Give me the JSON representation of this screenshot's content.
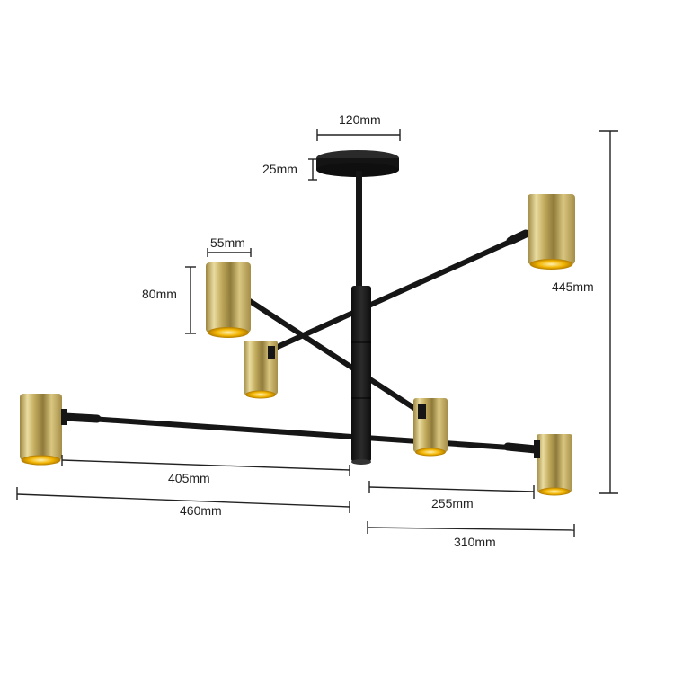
{
  "diagram": {
    "subject": "6-light spotlight chandelier with black arms and brass cylinder shades",
    "colors": {
      "background": "#ffffff",
      "frame": "#1c1c1c",
      "brass": "#c9b46a",
      "brass_highlight": "#efe2a8",
      "brass_shadow": "#8f7a3a",
      "lamp_glow": "#f0a800",
      "dimension_line": "#222222"
    },
    "dimensions": {
      "canopy_width": "120mm",
      "canopy_height": "25mm",
      "shade_width": "55mm",
      "shade_height": "80mm",
      "overall_height": "445mm",
      "left_arm_to_center": "405mm",
      "left_overall_to_center": "460mm",
      "right_arm_to_center": "255mm",
      "right_overall_from_center": "310mm"
    }
  }
}
